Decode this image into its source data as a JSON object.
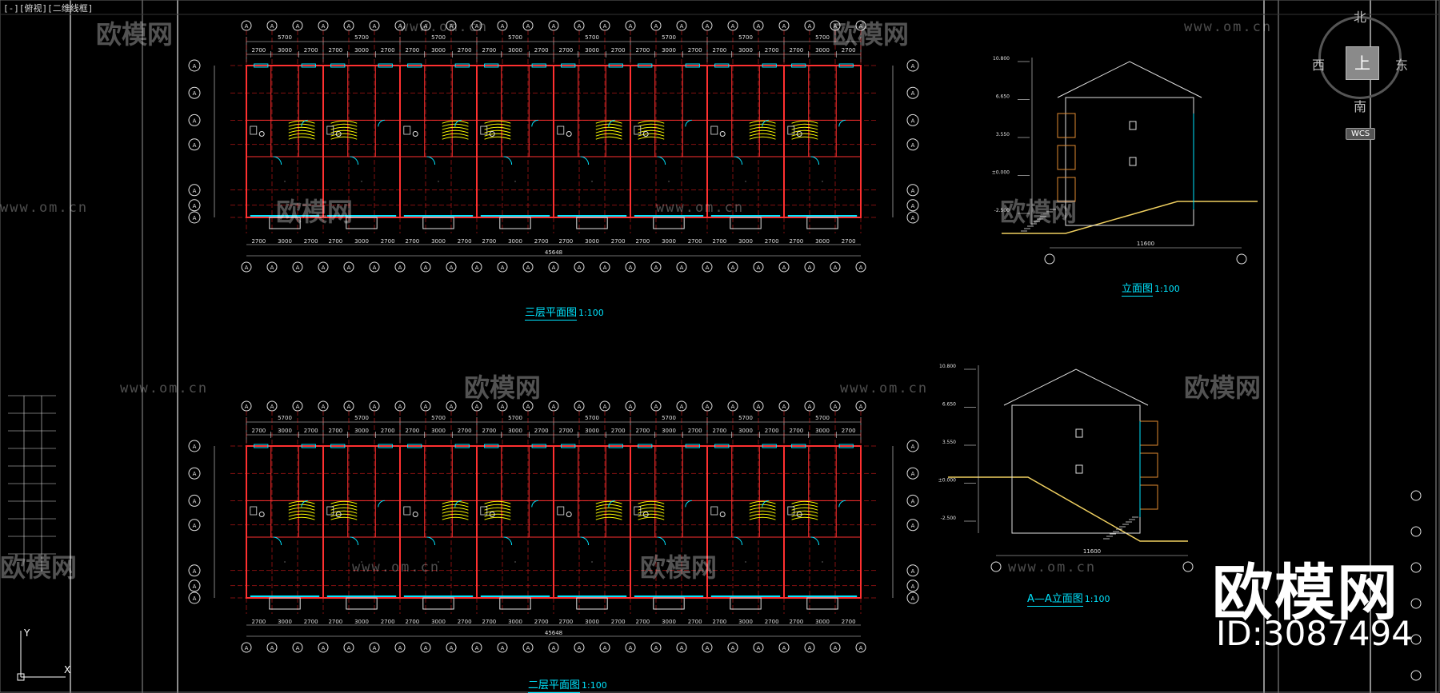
{
  "viewport_label": "[-][俯视][二维线框]",
  "drawings": {
    "third_floor_title": "三层平面图",
    "third_floor_scale": "1:100",
    "second_floor_title": "二层平面图",
    "second_floor_scale": "1:100",
    "elevation_1_title": "立面图",
    "elevation_1_scale": "1:100",
    "elevation_2_title": "A—A立面图",
    "elevation_2_scale": "1:100"
  },
  "viewcube": {
    "north": "北",
    "south": "南",
    "east": "东",
    "west": "西",
    "face": "上",
    "wcs": "WCS"
  },
  "plans": {
    "top_dims": [
      "2700",
      "3000",
      "2700",
      "2700",
      "3000",
      "2700",
      "2700",
      "3000",
      "2700",
      "2700",
      "3000",
      "2700",
      "2700",
      "3000",
      "2700",
      "2700",
      "3000",
      "2700",
      "2700",
      "3000",
      "2700"
    ],
    "group_dims": [
      "5700",
      "5700",
      "5700",
      "5700",
      "5700",
      "5700",
      "5700",
      "5700"
    ],
    "total_width": "45648",
    "axis_label": "A"
  },
  "elevations": {
    "width_dim": "11600",
    "levels": [
      "10.800",
      "6.650",
      "3.550",
      "±0.000",
      "-2.500"
    ]
  },
  "watermark": {
    "brand": "欧模网",
    "url": "www.om.cn",
    "id": "ID:3087494"
  },
  "ucs": {
    "x": "X",
    "y": "Y"
  },
  "colors": {
    "background": "#000000",
    "walls": "#ff3030",
    "cyan": "#00e5ff",
    "stairs": "#ffff00",
    "grid": "#ff2020"
  }
}
